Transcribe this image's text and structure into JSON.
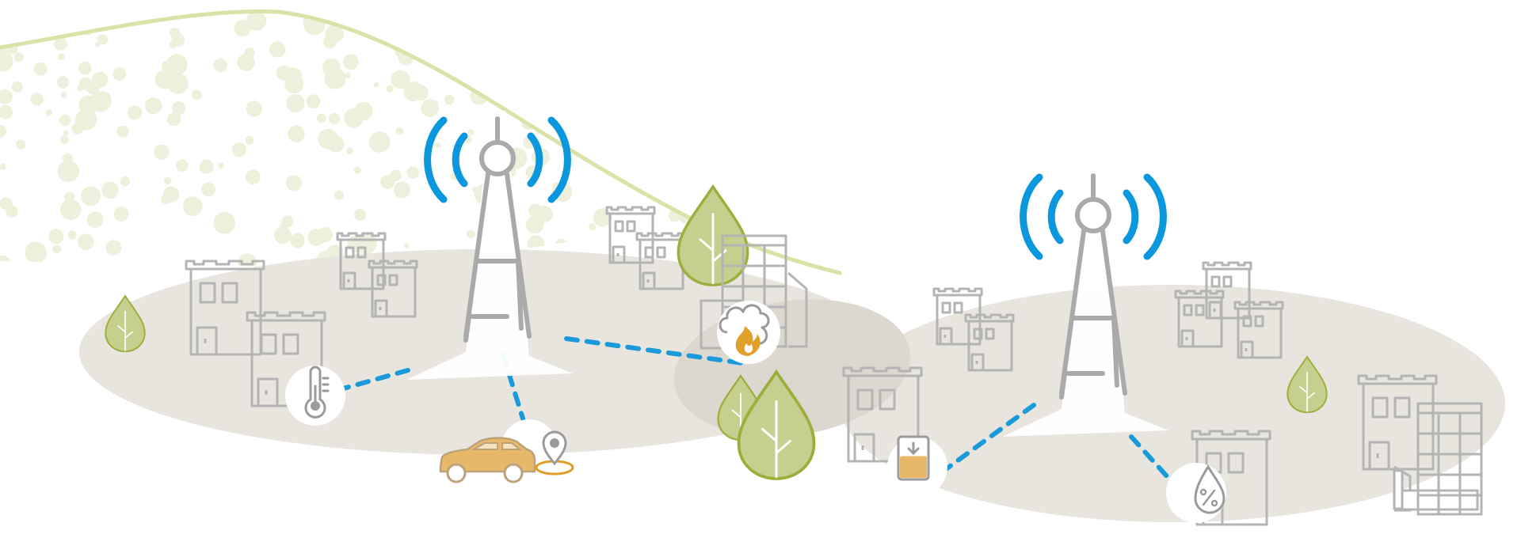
{
  "colors": {
    "background": "#ffffff",
    "ground": "#e8e4de",
    "ground_shadow": "#dcd8d0",
    "hill_line": "#d8e3a8",
    "hill_dots": "#eef0dc",
    "building_stroke": "#b4b4b4",
    "tower": "#aaaaaa",
    "signal": "#0b97dd",
    "link": "#1a99db",
    "tree_fill": "#c6cf8e",
    "tree_stroke": "#9cae3b",
    "sensor_icon": "#9a9a9a",
    "accent_orange": "#e0a02a",
    "accent_fill": "#e8b869"
  },
  "towers": [
    {
      "name": "cell-tower-left"
    },
    {
      "name": "cell-tower-right"
    }
  ],
  "sensors": [
    {
      "name": "temperature-sensor-icon",
      "icon": "thermometer"
    },
    {
      "name": "vehicle-gps-icon",
      "icon": "car-location-pin"
    },
    {
      "name": "gas-fire-sensor-icon",
      "icon": "smoke-flame"
    },
    {
      "name": "tank-level-sensor-icon",
      "icon": "tank-fill"
    },
    {
      "name": "humidity-sensor-icon",
      "icon": "droplet-percent"
    }
  ],
  "tank_level": 0.55
}
